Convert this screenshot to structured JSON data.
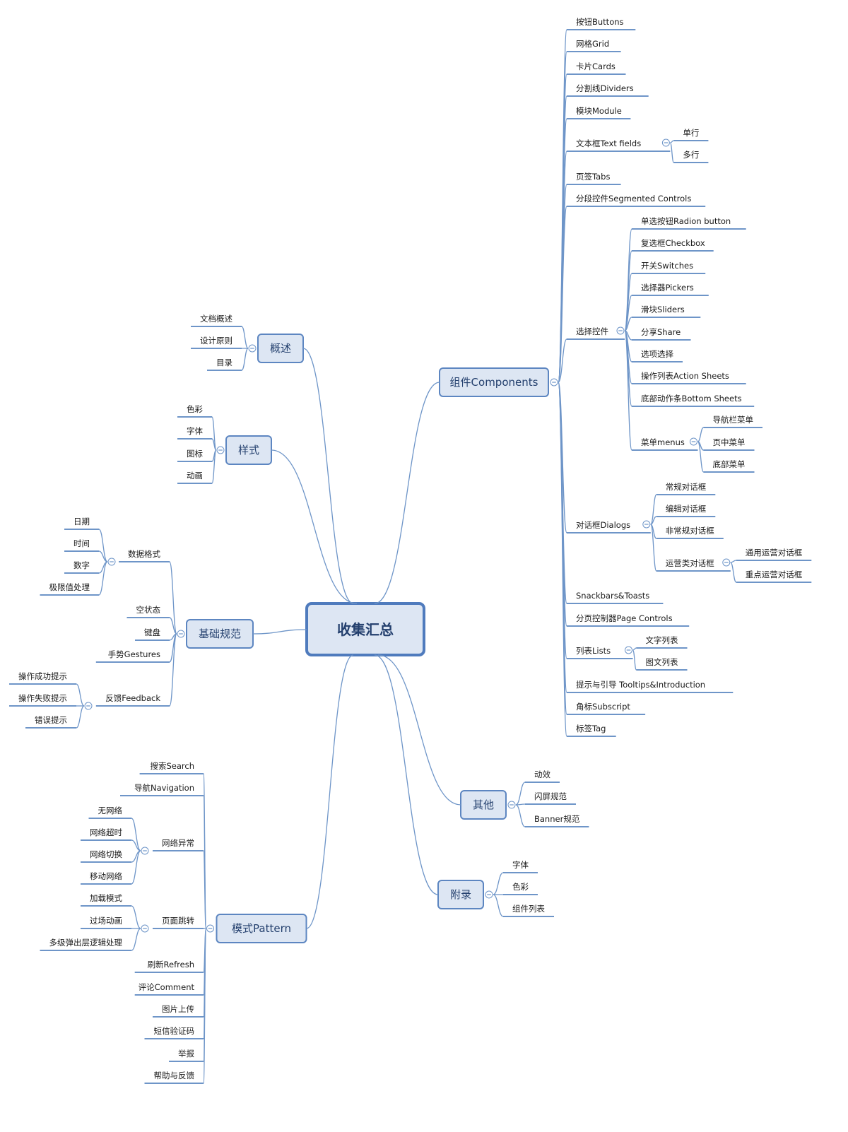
{
  "root": "收集汇总",
  "topics": {
    "overview": {
      "label": "概述",
      "children": [
        "文档概述",
        "设计原则",
        "目录"
      ]
    },
    "style": {
      "label": "样式",
      "children": [
        "色彩",
        "字体",
        "图标",
        "动画"
      ]
    },
    "basics": {
      "label": "基础规范",
      "data_format": {
        "label": "数据格式",
        "children": [
          "日期",
          "时间",
          "数字",
          "极限值处理"
        ]
      },
      "empty_state": "空状态",
      "keyboard": "键盘",
      "gestures": "手势Gestures",
      "feedback": {
        "label": "反馈Feedback",
        "children": [
          "操作成功提示",
          "操作失败提示",
          "错误提示"
        ]
      }
    },
    "pattern": {
      "label": "模式Pattern",
      "search": "搜索Search",
      "navigation": "导航Navigation",
      "network_error": {
        "label": "网络异常",
        "children": [
          "无网络",
          "网络超时",
          "网络切换",
          "移动网络"
        ]
      },
      "page_jump": {
        "label": "页面跳转",
        "children": [
          "加载模式",
          "过场动画",
          "多级弹出层逻辑处理"
        ]
      },
      "others": [
        "刷新Refresh",
        "评论Comment",
        "图片上传",
        "短信验证码",
        "举报",
        "帮助与反馈"
      ]
    },
    "components": {
      "label": "组件Components",
      "buttons": "按钮Buttons",
      "grid": "网格Grid",
      "cards": "卡片Cards",
      "dividers": "分割线Dividers",
      "module": "模块Module",
      "text_fields": {
        "label": "文本框Text fields",
        "children": [
          "单行",
          "多行"
        ]
      },
      "tabs": "页签Tabs",
      "segmented": "分段控件Segmented Controls",
      "selection": {
        "label": "选择控件",
        "children": [
          "单选按钮Radion button",
          "复选框Checkbox",
          "开关Switches",
          "选择器Pickers",
          "滑块Sliders",
          "分享Share",
          "选项选择",
          "操作列表Action Sheets",
          "底部动作条Bottom Sheets"
        ],
        "menus": {
          "label": "菜单menus",
          "children": [
            "导航栏菜单",
            "页中菜单",
            "底部菜单"
          ]
        }
      },
      "dialogs": {
        "label": "对话框Dialogs",
        "children": [
          "常规对话框",
          "编辑对话框",
          "非常规对话框"
        ],
        "ops": {
          "label": "运营类对话框",
          "children": [
            "通用运营对话框",
            "重点运营对话框"
          ]
        }
      },
      "snackbars": "Snackbars&Toasts",
      "page_controls": "分页控制器Page Controls",
      "lists": {
        "label": "列表Lists",
        "children": [
          "文字列表",
          "图文列表"
        ]
      },
      "tooltips": "提示与引导 Tooltips&Introduction",
      "subscript": "角标Subscript",
      "tag": "标签Tag"
    },
    "misc": {
      "label": "其他",
      "children": [
        "动效",
        "闪屏规范",
        "Banner规范"
      ]
    },
    "appendix": {
      "label": "附录",
      "children": [
        "字体",
        "色彩",
        "组件列表"
      ]
    }
  },
  "colors": {
    "line": "#6e95c8",
    "box_fill": "#dde6f3",
    "box_border": "#5d86c1",
    "text": "#24406e"
  }
}
